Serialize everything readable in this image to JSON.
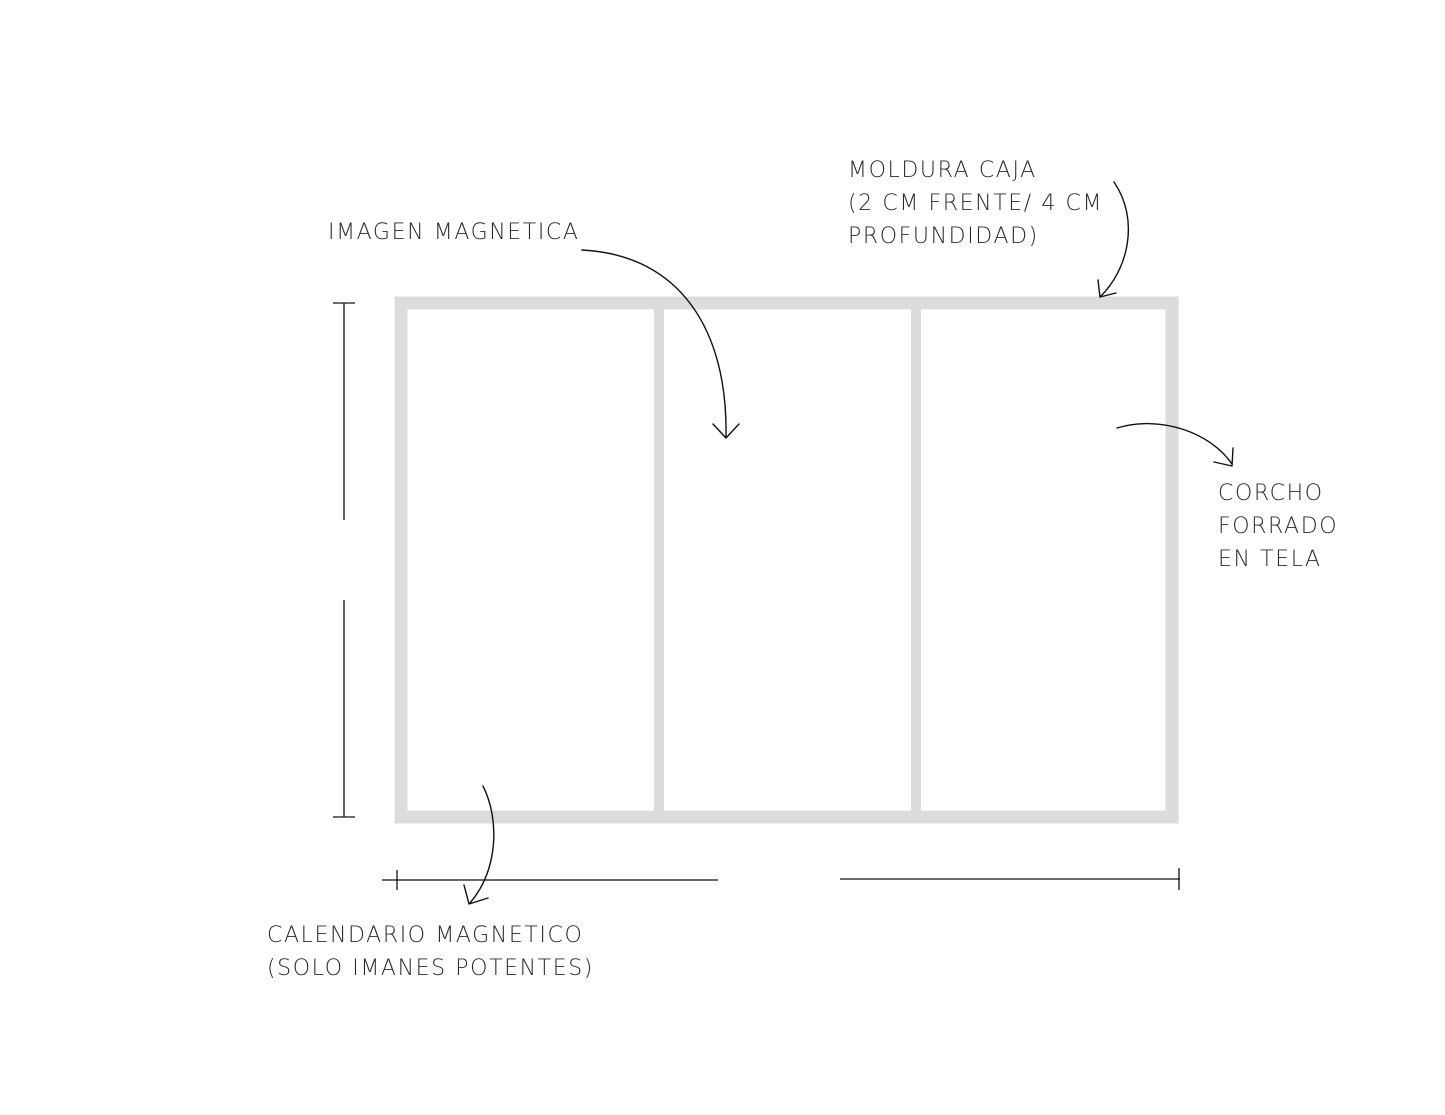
{
  "labels": {
    "moldura": [
      "MOLDURA CAJA",
      "(2 CM FRENTE/ 4 CM",
      "PROFUNDIDAD)"
    ],
    "imagen": [
      "IMAGEN MAGNETICA"
    ],
    "corcho": [
      "CORCHO",
      "FORRADO",
      "EN TELA"
    ],
    "calendario": [
      "CALENDARIO MAGNETICO",
      "(SOLO IMANES POTENTES)"
    ]
  },
  "panels": 3,
  "colors": {
    "frame": "#dcdcdc",
    "ink": "#111111",
    "text": "#2a2a2a",
    "background": "#ffffff"
  }
}
